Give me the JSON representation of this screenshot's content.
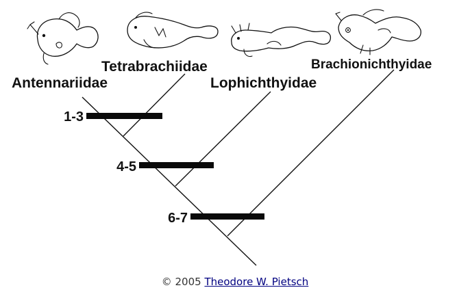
{
  "taxa": {
    "antennariidae": "Antennariidae",
    "tetrabrachiidae": "Tetrabrachiidae",
    "lophichthyidae": "Lophichthyidae",
    "brachionichthyidae": "Brachionichthyidae"
  },
  "nodes": {
    "node1": "1-3",
    "node2": "4-5",
    "node3": "6-7"
  },
  "caption": {
    "copyright": "© 2005",
    "author": "Theodore W. Pietsch"
  }
}
